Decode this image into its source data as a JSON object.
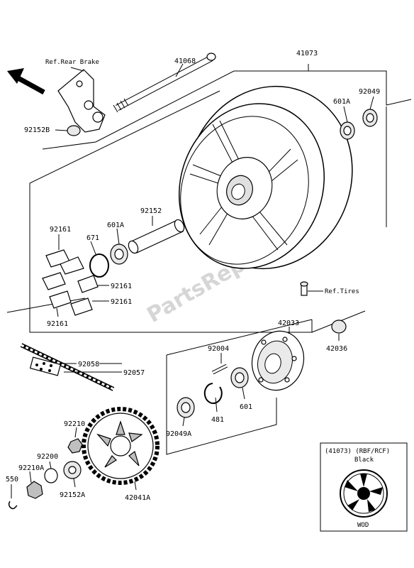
{
  "watermark": "PartsRepublik",
  "labels": {
    "ref_rear_brake": "Ref.Rear Brake",
    "p41068": "41068",
    "p41073": "41073",
    "p601a_top": "601A",
    "p92049": "92049",
    "p92152b": "92152B",
    "p92152": "92152",
    "p92161_a": "92161",
    "p671": "671",
    "p601a_mid": "601A",
    "p92161_b": "92161",
    "p92161_c": "92161",
    "p92161_d": "92161",
    "ref_tires": "Ref.Tires",
    "p42033": "42033",
    "p92004": "92004",
    "p42036": "42036",
    "p92058": "92058",
    "p92057": "92057",
    "p601": "601",
    "p481": "481",
    "p92049a": "92049A",
    "p92210": "92210",
    "p92200": "92200",
    "p92210a": "92210A",
    "p550": "550",
    "p92152a": "92152A",
    "p42041a": "42041A"
  },
  "inset": {
    "line1": "(41073) (RBF/RCF)",
    "line2": "Black",
    "footer": "WOD"
  },
  "colors": {
    "line": "#000000",
    "watermark": "#d6d6d6"
  }
}
